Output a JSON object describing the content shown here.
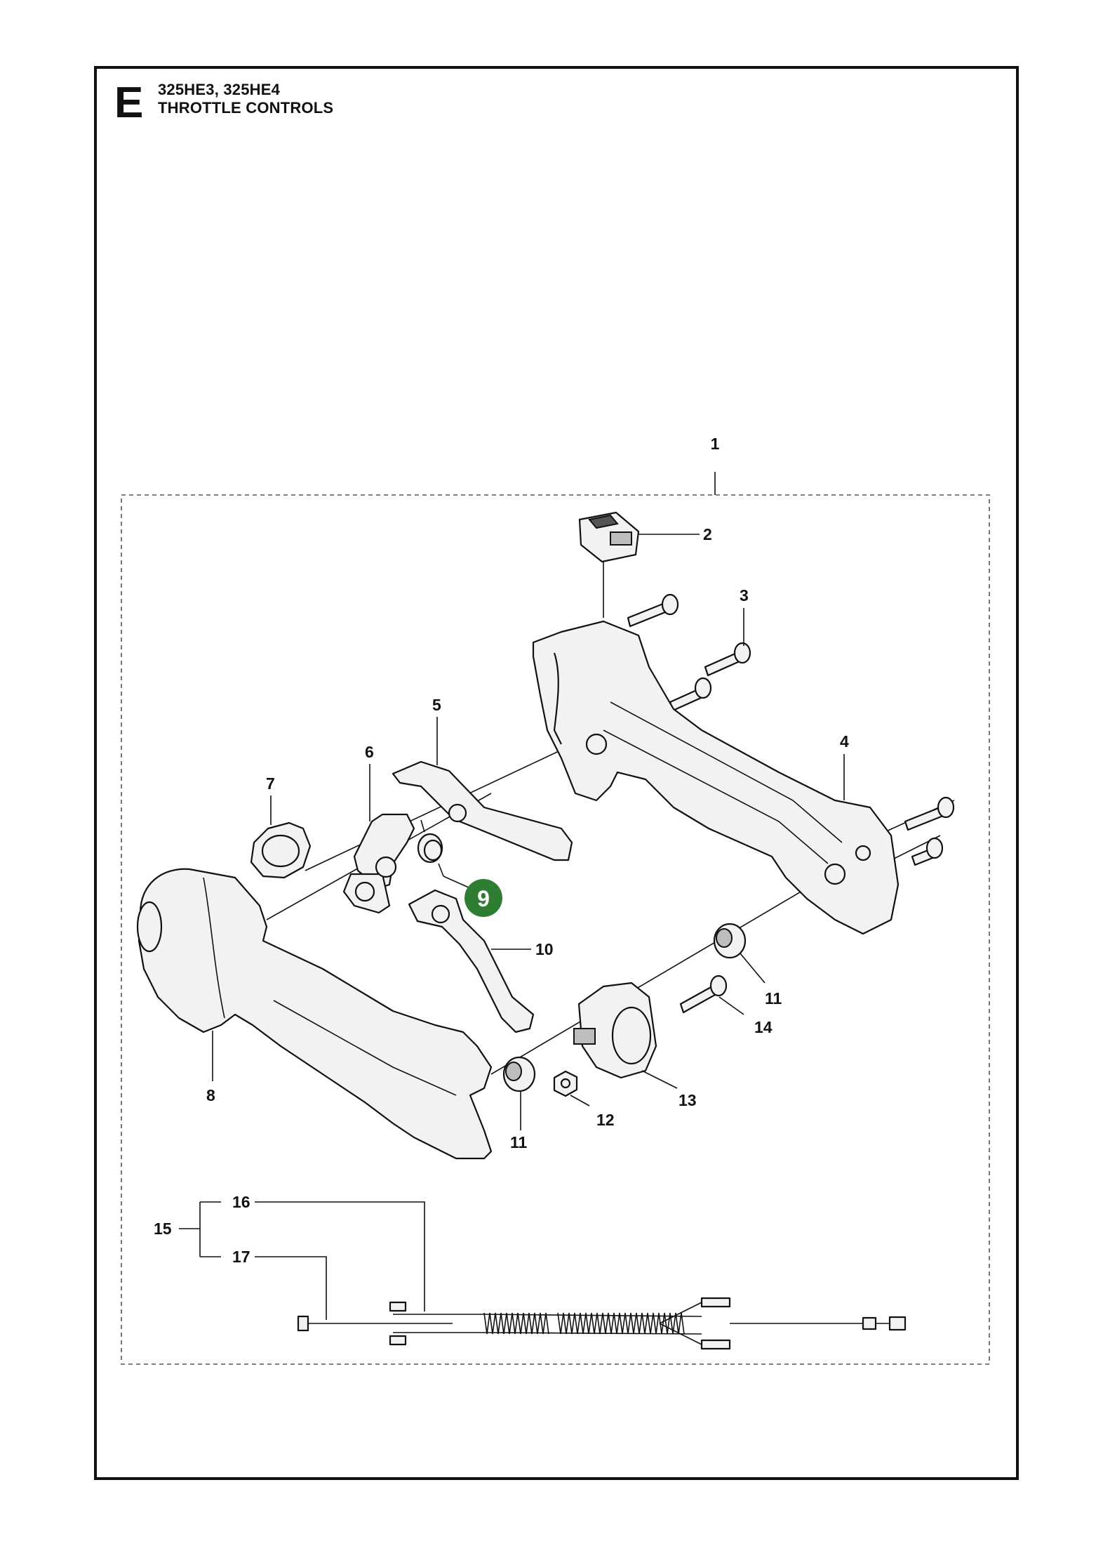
{
  "header": {
    "section_letter": "E",
    "model": "325HE3, 325HE4",
    "title": "THROTTLE CONTROLS"
  },
  "callouts": [
    "1",
    "2",
    "3",
    "4",
    "5",
    "6",
    "7",
    "9",
    "10",
    "11",
    "11",
    "8",
    "12",
    "13",
    "14",
    "15",
    "16",
    "17"
  ],
  "highlighted_callout": "9",
  "colors": {
    "highlight": "#2e7d32",
    "line": "#111111",
    "part_fill": "#f2f2f2"
  }
}
